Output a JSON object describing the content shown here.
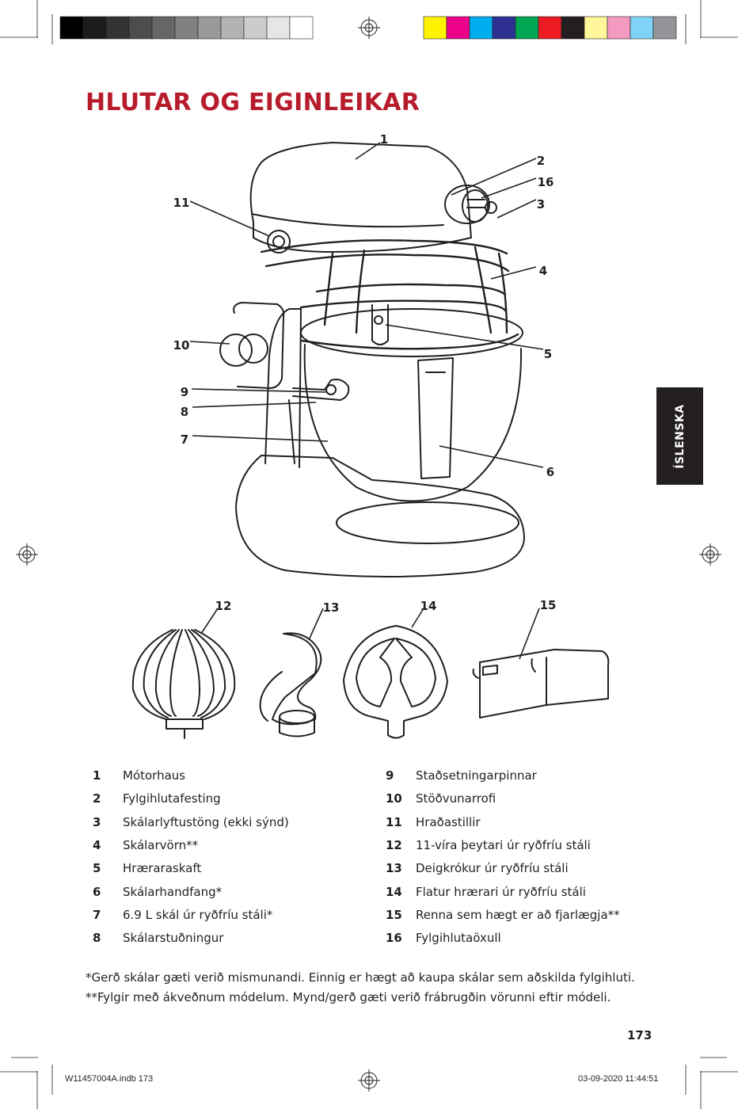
{
  "title": "HLUTAR OG EIGINLEIKAR",
  "language_tab": "ÍSLENSKA",
  "color_bar": {
    "grays": [
      "#000000",
      "#1c1c1c",
      "#333333",
      "#4d4d4d",
      "#666666",
      "#808080",
      "#999999",
      "#b3b3b3",
      "#cccccc",
      "#e6e6e6",
      "#ffffff"
    ],
    "process": [
      "#fff200",
      "#ec008c",
      "#00aeef",
      "#2e3192",
      "#00a651",
      "#ed1c24",
      "#231f20",
      "#fff799",
      "#f49ac1",
      "#7fd3f7",
      "#939598"
    ]
  },
  "callouts": [
    "1",
    "2",
    "16",
    "3",
    "11",
    "4",
    "10",
    "5",
    "9",
    "8",
    "7",
    "6",
    "12",
    "13",
    "14",
    "15"
  ],
  "parts_left": [
    {
      "num": "1",
      "name": "Mótorhaus"
    },
    {
      "num": "2",
      "name": "Fylgihlutafesting"
    },
    {
      "num": "3",
      "name": "Skálarlyftustöng (ekki sýnd)"
    },
    {
      "num": "4",
      "name": "Skálarvörn**"
    },
    {
      "num": "5",
      "name": "Hræraraskaft"
    },
    {
      "num": "6",
      "name": "Skálarhandfang*"
    },
    {
      "num": "7",
      "name": "6.9 L skál úr ryðfríu stáli*"
    },
    {
      "num": "8",
      "name": "Skálarstuðningur"
    }
  ],
  "parts_right": [
    {
      "num": "9",
      "name": "Staðsetningarpinnar"
    },
    {
      "num": "10",
      "name": "Stöðvunarrofi"
    },
    {
      "num": "11",
      "name": "Hraðastillir"
    },
    {
      "num": "12",
      "name": "11-víra þeytari úr ryðfríu stáli"
    },
    {
      "num": "13",
      "name": "Deigkrókur úr ryðfríu stáli"
    },
    {
      "num": "14",
      "name": "Flatur hrærari úr ryðfríu stáli"
    },
    {
      "num": "15",
      "name": "Renna sem hægt er að fjarlægja**"
    },
    {
      "num": "16",
      "name": "Fylgihlutaöxull"
    }
  ],
  "notes": [
    "*Gerð skálar gæti verið mismunandi. Einnig er hægt að kaupa skálar sem aðskilda fylgihluti.",
    "**Fylgir með ákveðnum módelum. Mynd/gerð gæti verið frábrugðin vörunni eftir módeli."
  ],
  "page_number": "173",
  "footer": {
    "file": "W11457004A.indb   173",
    "datetime": "03-09-2020   11:44:51"
  }
}
